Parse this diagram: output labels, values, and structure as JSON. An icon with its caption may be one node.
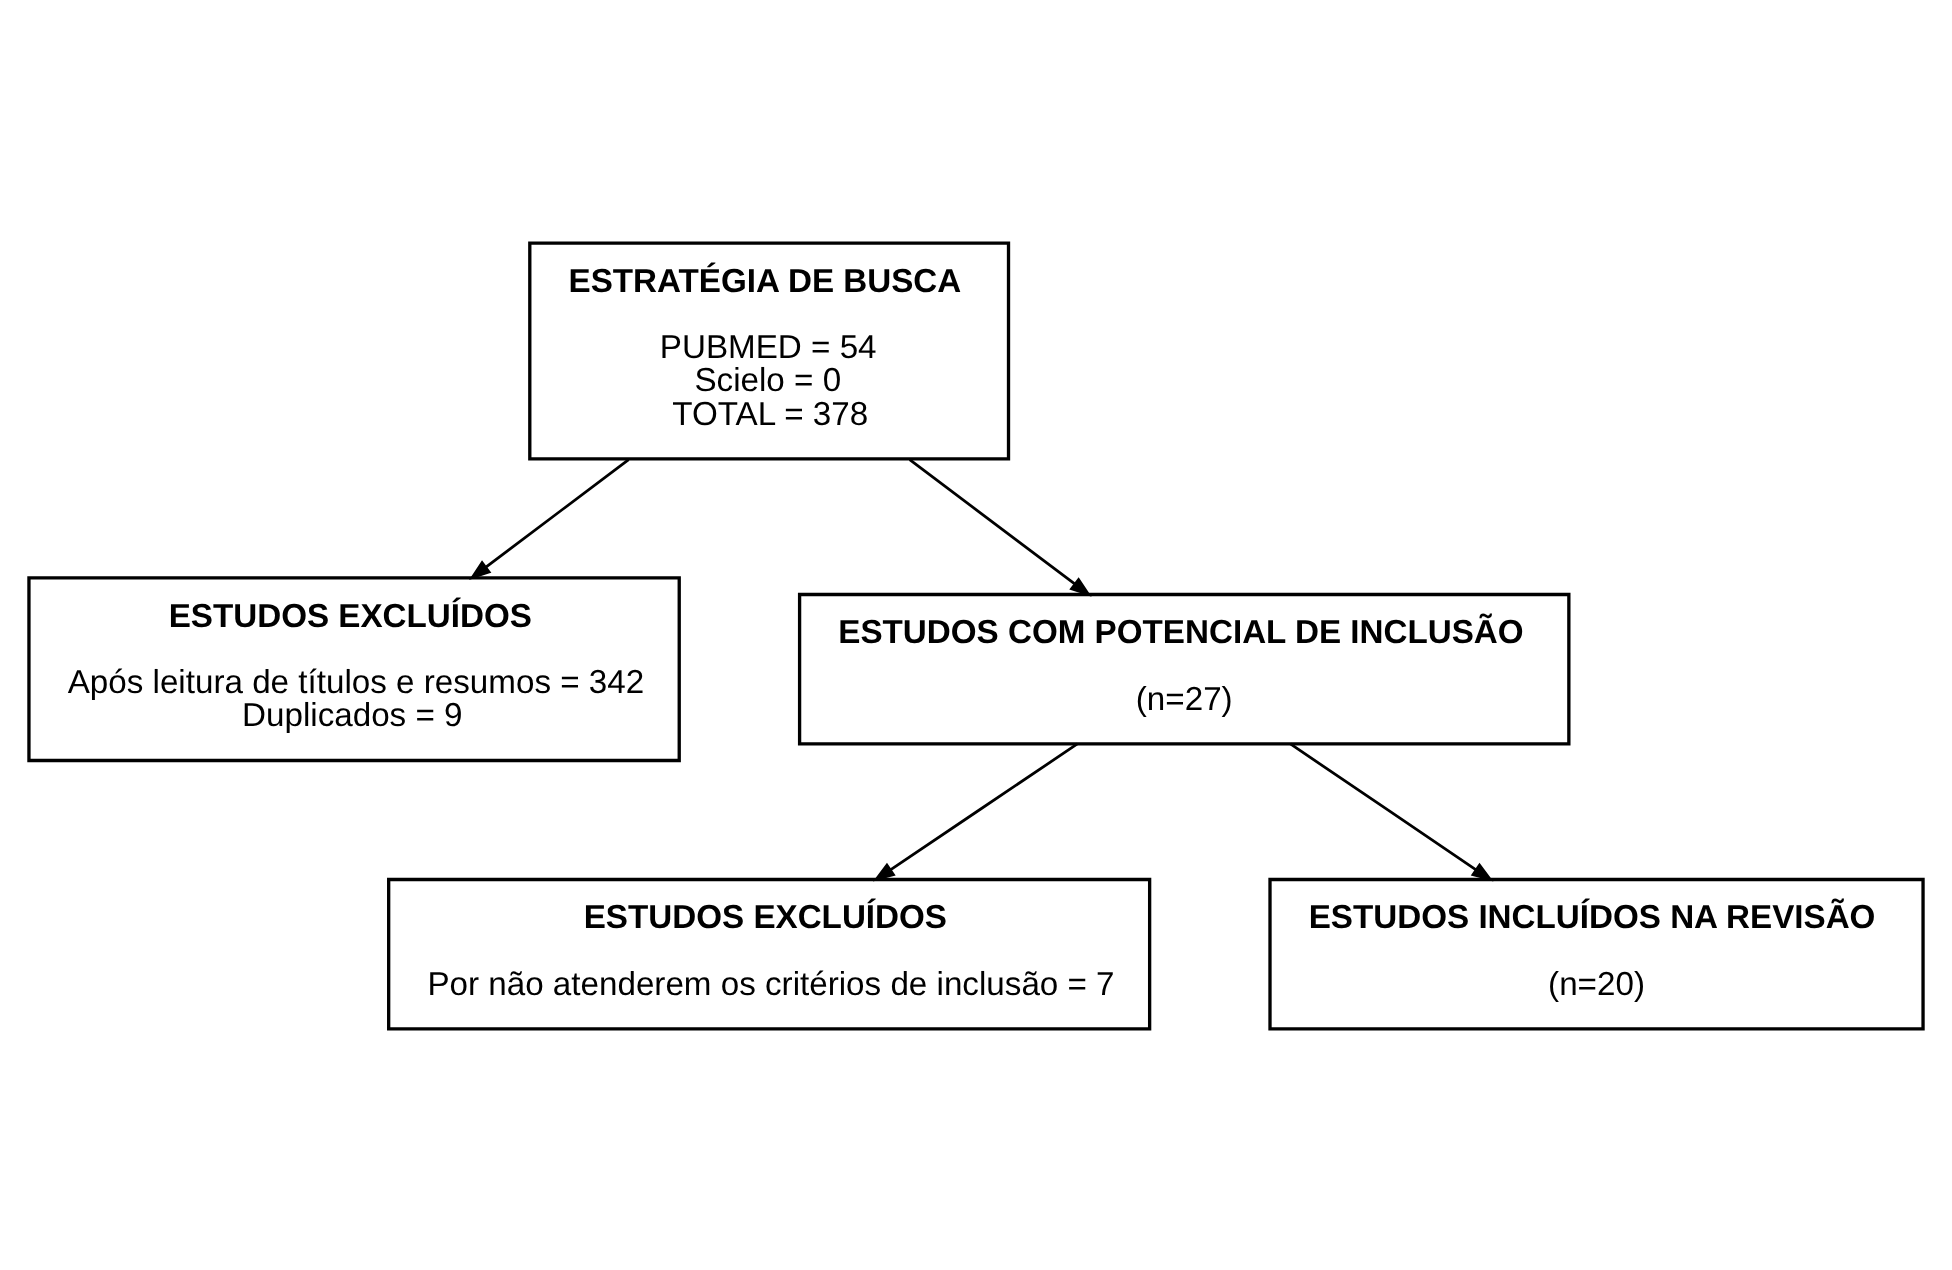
{
  "diagram": {
    "nodes": [
      {
        "text": [
          "ESTRATÉGIA DE BUSCA",
          "PUBMED = 54",
          "Scielo = 0",
          "TOTAL = 378"
        ]
      },
      {
        "text": [
          "ESTUDOS EXCLUÍDOS",
          "Após leitura de títulos e resumos = 342",
          "Duplicados = 9"
        ]
      },
      {
        "text": [
          "ESTUDOS COM POTENCIAL DE INCLUSÃO",
          "(n=27)"
        ]
      },
      {
        "text": [
          "ESTUDOS EXCLUÍDOS",
          "Por não atenderem os critérios de inclusão = 7"
        ]
      },
      {
        "text": [
          "ESTUDOS INCLUÍDOS NA REVISÃO",
          "(n=20)"
        ]
      }
    ],
    "edges": [
      {
        "from": 0,
        "to": 1,
        "arrow": "to"
      },
      {
        "from": 0,
        "to": 2,
        "arrow": "to"
      },
      {
        "from": 2,
        "to": 3,
        "arrow": "to"
      },
      {
        "from": 2,
        "to": 4,
        "arrow": "to"
      }
    ]
  }
}
